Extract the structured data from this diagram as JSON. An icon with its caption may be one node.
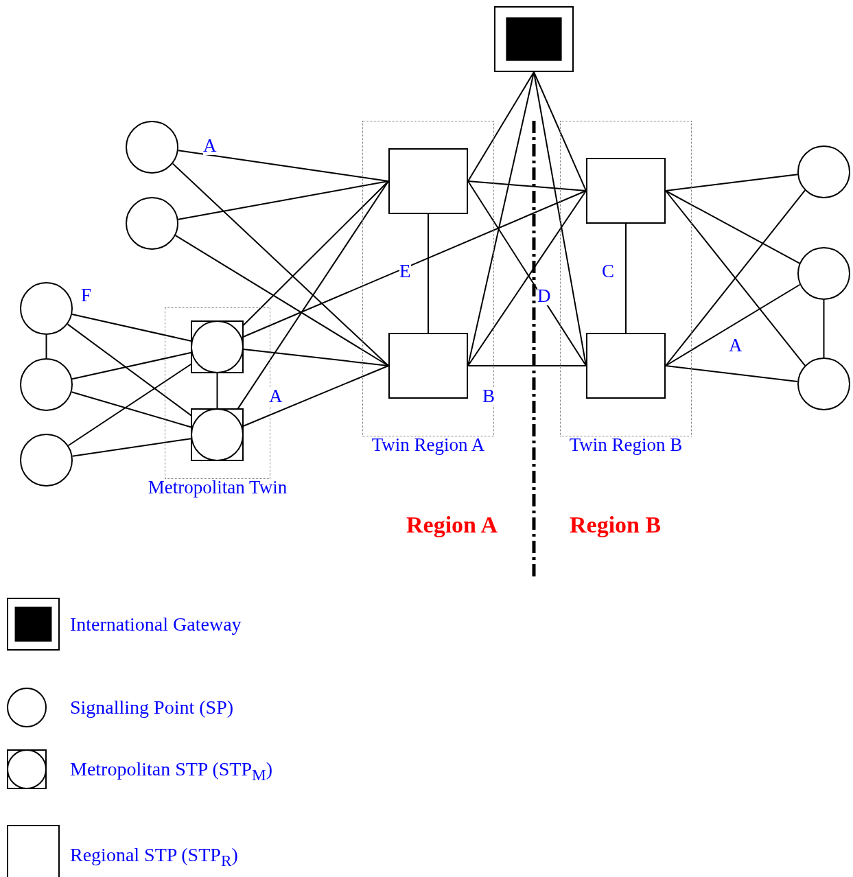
{
  "diagram": {
    "nodes": [
      {
        "text": [],
        "shape": "box"
      },
      {
        "text": [
          "Twin Region A"
        ]
      },
      {
        "text": [],
        "shape": "box",
        "in": 1
      },
      {
        "text": [],
        "shape": "box",
        "in": 1
      },
      {
        "text": [
          "Twin Region B"
        ]
      },
      {
        "text": [],
        "shape": "box",
        "in": 4
      },
      {
        "text": [],
        "shape": "box",
        "in": 4
      },
      {
        "text": [
          "Metropolitan Twin"
        ]
      },
      {
        "text": [],
        "shape": "box",
        "in": 7
      },
      {
        "text": [],
        "shape": "box",
        "in": 7
      },
      {
        "text": [],
        "shape": "circle"
      },
      {
        "text": [],
        "shape": "circle"
      },
      {
        "text": [],
        "shape": "circle"
      },
      {
        "text": [],
        "shape": "circle"
      },
      {
        "text": [],
        "shape": "circle"
      },
      {
        "text": [],
        "shape": "circle"
      },
      {
        "text": [],
        "shape": "circle"
      },
      {
        "text": [],
        "shape": "circle"
      }
    ],
    "edges": [
      {
        "from": 0,
        "to": 2,
        "arrow": "none"
      },
      {
        "from": 0,
        "to": 3,
        "arrow": "none"
      },
      {
        "from": 0,
        "to": 5,
        "arrow": "none"
      },
      {
        "from": 0,
        "to": 6,
        "arrow": "none"
      },
      {
        "from": 10,
        "to": 2,
        "arrow": "none"
      },
      {
        "from": 10,
        "to": 3,
        "arrow": "none"
      },
      {
        "from": 11,
        "to": 2,
        "arrow": "none"
      },
      {
        "from": 11,
        "to": 3,
        "arrow": "none"
      },
      {
        "from": 8,
        "to": 2,
        "arrow": "none"
      },
      {
        "from": 8,
        "to": 3,
        "arrow": "none"
      },
      {
        "from": 8,
        "to": 5,
        "arrow": "none"
      },
      {
        "from": 9,
        "to": 2,
        "arrow": "none"
      },
      {
        "from": 9,
        "to": 3,
        "arrow": "none"
      },
      {
        "from": 12,
        "to": 13,
        "arrow": "none"
      },
      {
        "from": 12,
        "to": 8,
        "arrow": "none"
      },
      {
        "from": 12,
        "to": 9,
        "arrow": "none"
      },
      {
        "from": 13,
        "to": 8,
        "arrow": "none"
      },
      {
        "from": 13,
        "to": 9,
        "arrow": "none"
      },
      {
        "from": 14,
        "to": 8,
        "arrow": "none"
      },
      {
        "from": 14,
        "to": 9,
        "arrow": "none"
      },
      {
        "from": 8,
        "to": 9,
        "arrow": "none"
      },
      {
        "from": 2,
        "to": 3,
        "arrow": "none"
      },
      {
        "from": 2,
        "to": 5,
        "arrow": "none"
      },
      {
        "from": 2,
        "to": 6,
        "arrow": "none"
      },
      {
        "from": 3,
        "to": 5,
        "arrow": "none"
      },
      {
        "from": 3,
        "to": 6,
        "arrow": "none"
      },
      {
        "from": 5,
        "to": 6,
        "arrow": "none"
      },
      {
        "from": 5,
        "to": 15,
        "arrow": "none"
      },
      {
        "from": 5,
        "to": 16,
        "arrow": "none"
      },
      {
        "from": 5,
        "to": 17,
        "arrow": "none"
      },
      {
        "from": 6,
        "to": 15,
        "arrow": "none"
      },
      {
        "from": 6,
        "to": 16,
        "arrow": "none"
      },
      {
        "from": 6,
        "to": 17,
        "arrow": "none"
      },
      {
        "from": 16,
        "to": 17,
        "arrow": "none"
      }
    ],
    "labels": [
      "A",
      "F",
      "E",
      "D",
      "C",
      "A",
      "B",
      "A",
      "Region A",
      "Region B"
    ],
    "legend": [
      {
        "text": "International Gateway"
      },
      {
        "text": "Signalling Point (SP)"
      },
      {
        "text": "Metropolitan STP (STP$_{M}$)"
      },
      {
        "text": "Regional STP (STP$_{R}$)"
      }
    ]
  }
}
